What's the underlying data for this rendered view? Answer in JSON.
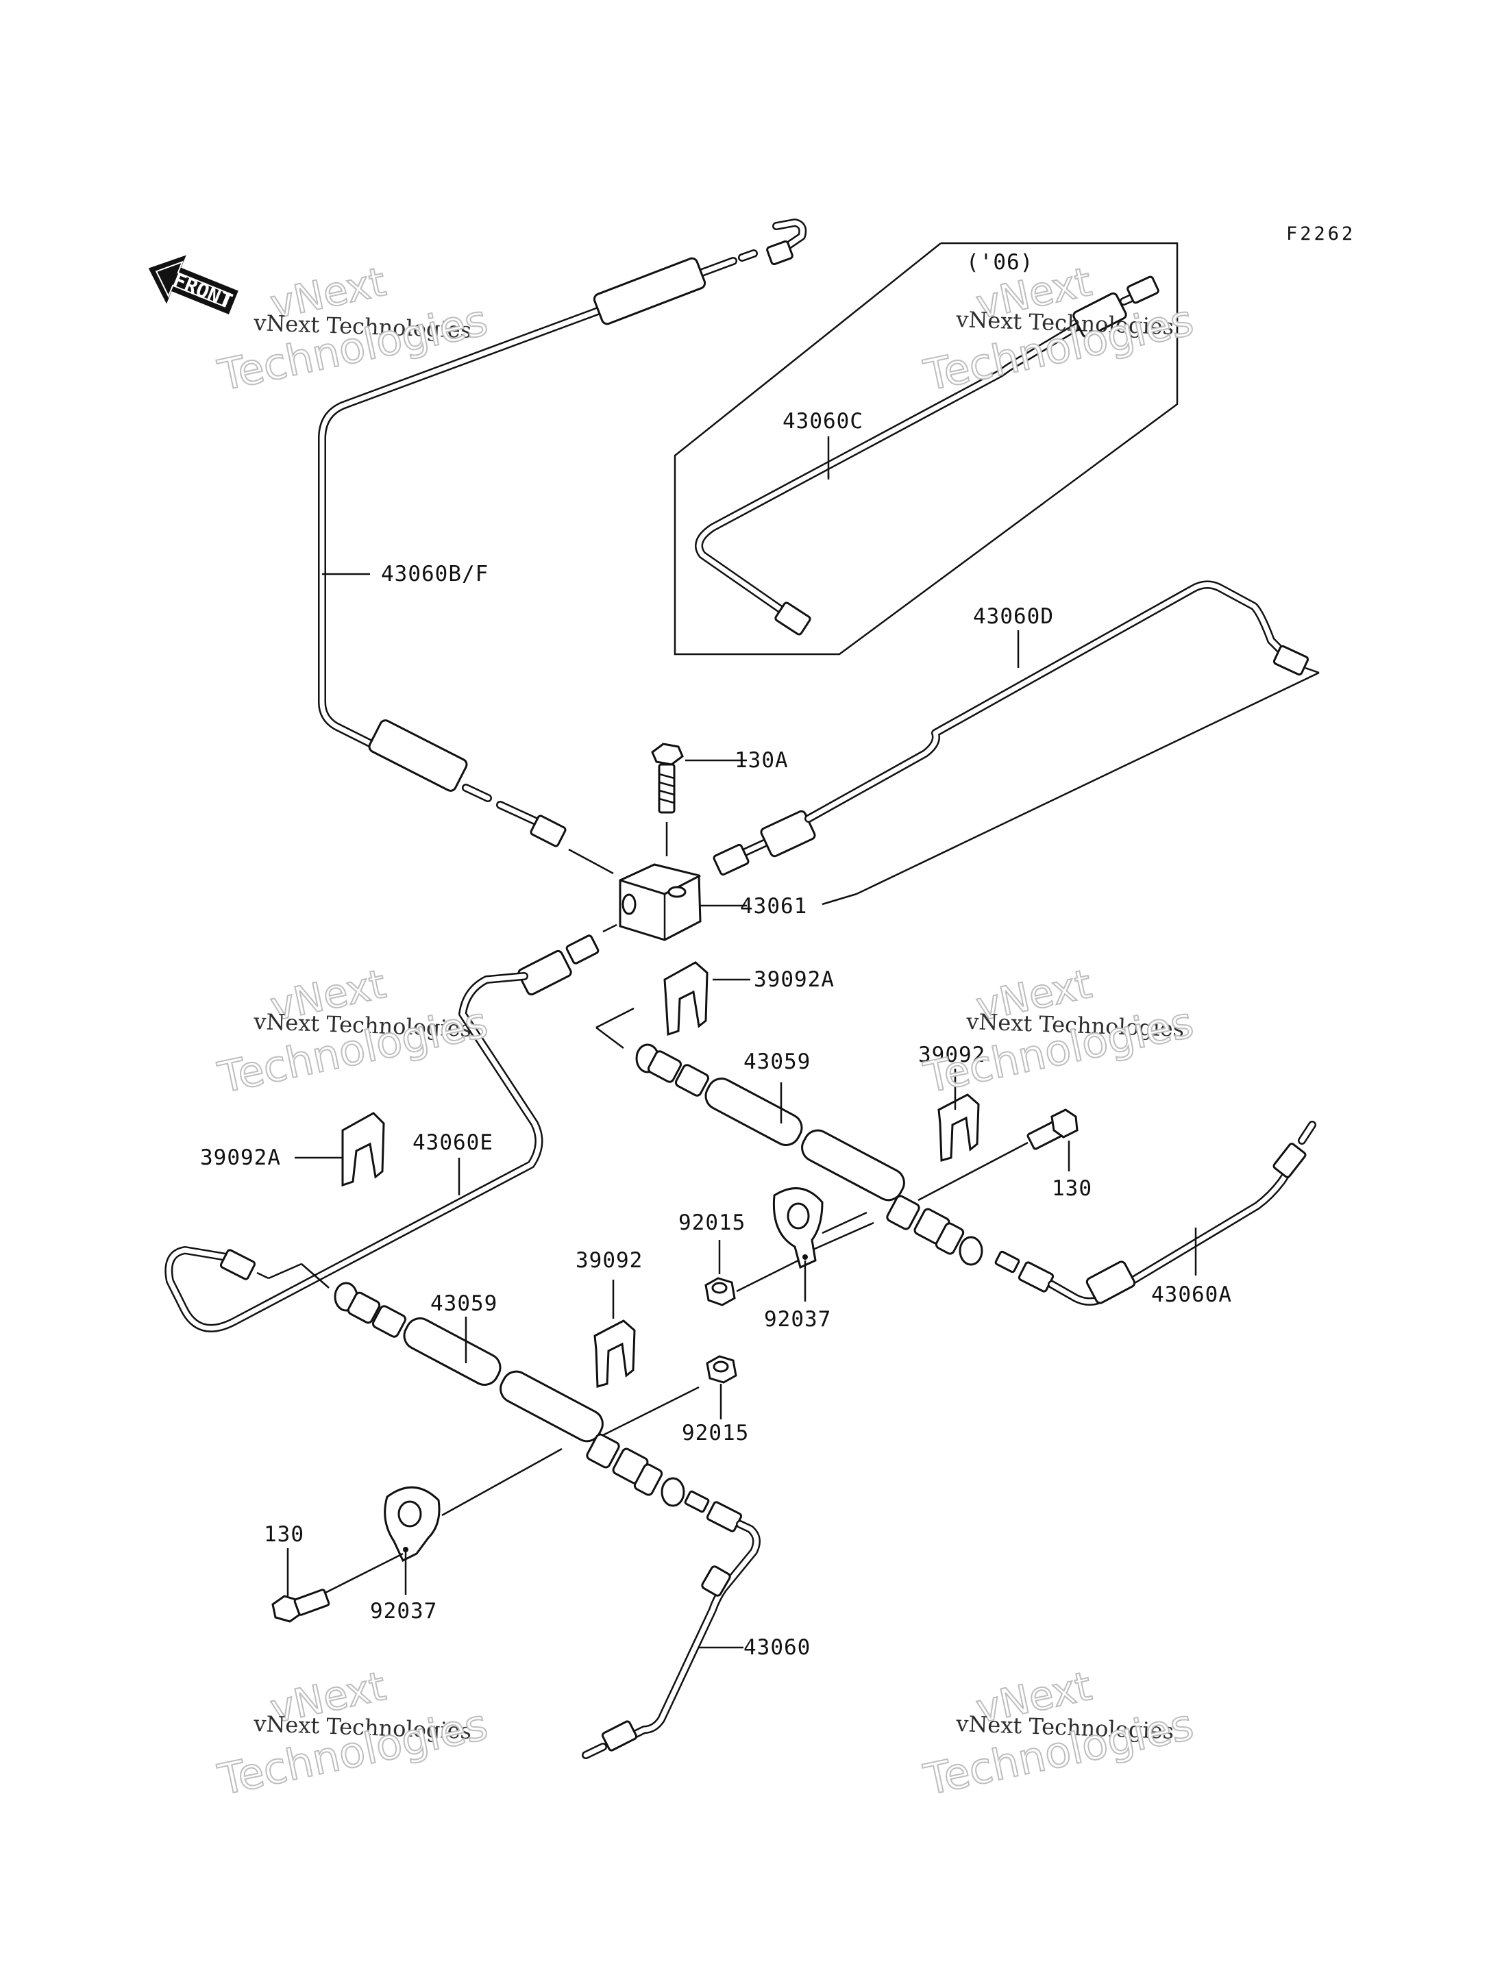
{
  "figure_code": "F2262",
  "inset_label": "('06)",
  "front_label": "FRONT",
  "watermark": {
    "top_line": "vNext",
    "company": "vNext Technologies",
    "bottom_line": "Technologies"
  },
  "callouts": {
    "p43060bf": "43060B/F",
    "p43060c": "43060C",
    "p43060d": "43060D",
    "p130a": "130A",
    "p43061": "43061",
    "p39092a_upper": "39092A",
    "p43059_upper": "43059",
    "p39092_right": "39092",
    "p130_right": "130",
    "p39092a_left": "39092A",
    "p43060e": "43060E",
    "p92015_upper": "92015",
    "p39092_mid": "39092",
    "p43059_lower": "43059",
    "p92037_right": "92037",
    "p43060a": "43060A",
    "p92015_lower": "92015",
    "p130_left": "130",
    "p92037_left": "92037",
    "p43060": "43060"
  }
}
